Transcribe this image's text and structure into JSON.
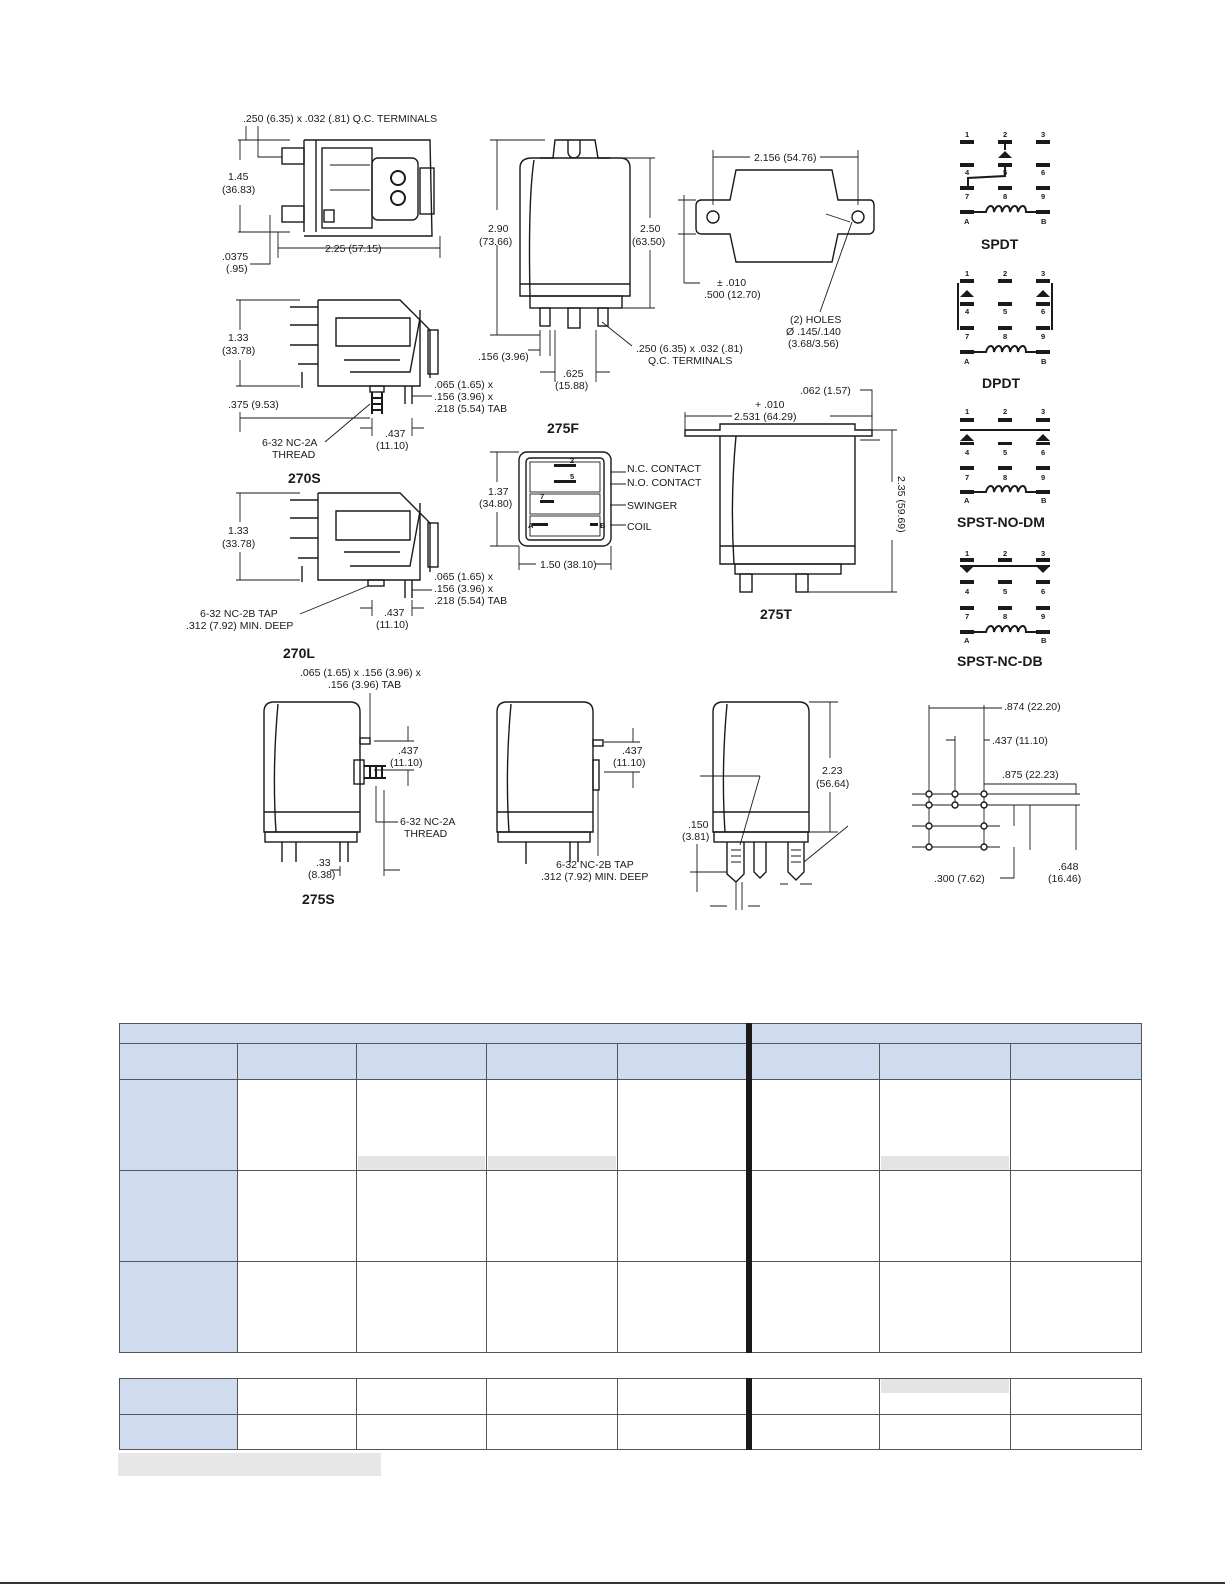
{
  "drawings": {
    "qc_terminals_top": ".250 (6.35) x .032 (.81) Q.C. TERMINALS",
    "d_145": "1.45",
    "d_145_mm": "(36.83)",
    "d_0375": ".0375",
    "d_0375_mm": "(.95)",
    "d_225": "2.25 (57.15)",
    "d_133a": "1.33",
    "d_133a_mm": "(33.78)",
    "d_375": ".375 (9.53)",
    "tab_a1": ".065 (1.65) x",
    "tab_a2": ".156 (3.96) x",
    "tab_a3": ".218 (5.54) TAB",
    "d_437a": ".437",
    "d_437a_mm": "(11.10)",
    "thread_a1": "6-32 NC-2A",
    "thread_a2": "THREAD",
    "label_270s": "270S",
    "d_133b": "1.33",
    "d_133b_mm": "(33.78)",
    "tab_b1": ".065 (1.65) x",
    "tab_b2": ".156 (3.96) x",
    "tab_b3": ".218 (5.54) TAB",
    "tap_b1": "6-32 NC-2B TAP",
    "tap_b2": ".312 (7.92) MIN. DEEP",
    "d_437b": ".437",
    "d_437b_mm": "(11.10)",
    "label_270l": "270L",
    "d_290": "2.90",
    "d_290_mm": "(73.66)",
    "d_250": "2.50",
    "d_250_mm": "(63.50)",
    "d_156": ".156 (3.96)",
    "d_625": ".625",
    "d_625_mm": "(15.88)",
    "qc_275f_1": ".250 (6.35) x .032 (.81)",
    "qc_275f_2": "Q.C. TERMINALS",
    "label_275f": "275F",
    "d_2156": "2.156 (54.76)",
    "tol_010a": "± .010",
    "d_500": ".500 (12.70)",
    "holes_1": "(2) HOLES",
    "holes_2": "Ø .145/.140",
    "holes_3": "(3.68/3.56)",
    "d_137": "1.37",
    "d_137_mm": "(34.80)",
    "nc_contact": "N.C. CONTACT",
    "no_contact": "N.O. CONTACT",
    "swinger": "SWINGER",
    "coil": "COIL",
    "d_150": "1.50 (38.10)",
    "d_062": ".062 (1.57)",
    "tol_010b": "+ .010",
    "d_2531": "2.531 (64.29)",
    "d_235": "2.35 (59.69)",
    "label_275t": "275T",
    "tab_c1": ".065 (1.65) x .156 (3.96) x",
    "tab_c2": ".156 (3.96) TAB",
    "d_437c": ".437",
    "d_437c_mm": "(11.10)",
    "thread_c1": "6-32 NC-2A",
    "thread_c2": "THREAD",
    "d_33": ".33",
    "d_33_mm": "(8.38)",
    "label_275s": "275S",
    "d_437d": ".437",
    "d_437d_mm": "(11.10)",
    "tap_d1": "6-32 NC-2B TAP",
    "tap_d2": ".312 (7.92) MIN. DEEP",
    "d_223": "2.23",
    "d_223_mm": "(56.64)",
    "d_150s": ".150",
    "d_150s_mm": "(3.81)",
    "d_874": ".874 (22.20)",
    "d_437e": ".437 (11.10)",
    "d_875": ".875 (22.23)",
    "d_300": ".300 (7.62)",
    "d_648": ".648",
    "d_648_mm": "(16.46)"
  },
  "schematics": {
    "spdt": "SPDT",
    "dpdt": "DPDT",
    "spst_no_dm": "SPST-NO-DM",
    "spst_nc_db": "SPST-NC-DB",
    "p1": "1",
    "p2": "2",
    "p3": "3",
    "p4": "4",
    "p5": "5",
    "p6": "6",
    "p7": "7",
    "p8": "8",
    "p9": "9",
    "pA": "A",
    "pB": "B"
  }
}
